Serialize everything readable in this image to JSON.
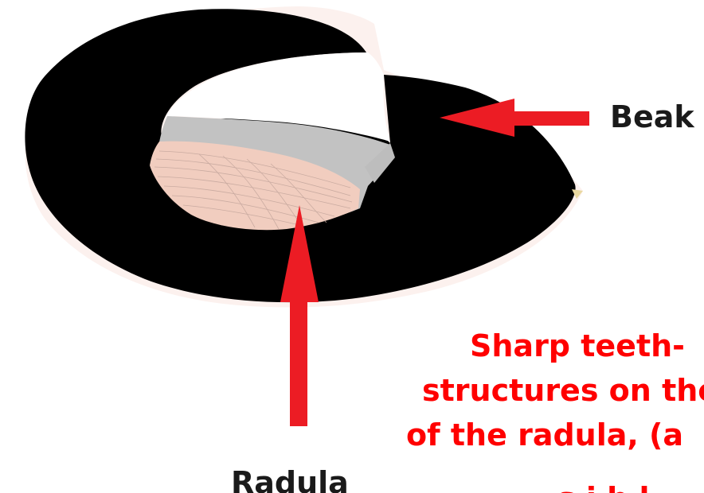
{
  "labels": {
    "beak": "Beak",
    "radula": "Radula"
  },
  "description_lines": [
    "Sharp teeth-",
    "structures on the",
    "of the radula, (a",
    "s i b l"
  ],
  "colors": {
    "beak_fill": "#000000",
    "radula_gray": "#c2c2c2",
    "radula_pink": "#f1cdbf",
    "arrow_red": "#ec1c24",
    "description_red": "#ff0000",
    "label_dark": "#1a1a1a"
  }
}
